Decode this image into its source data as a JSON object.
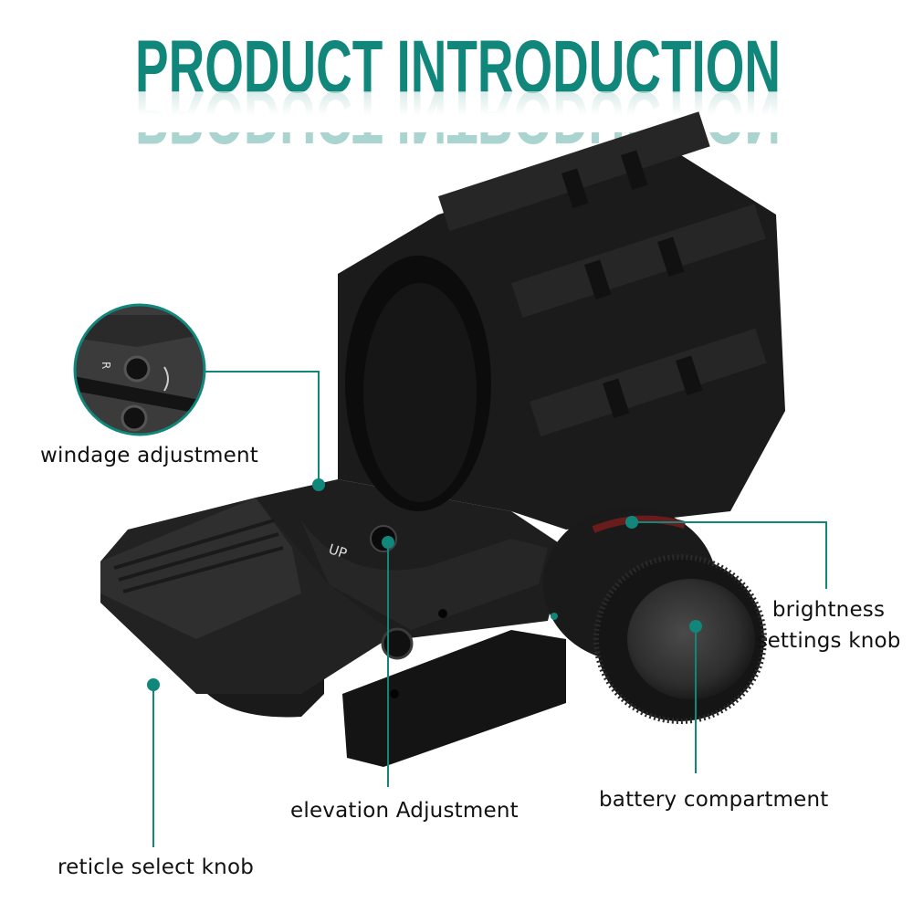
{
  "title": "PRODUCT INTRODUCTION",
  "colors": {
    "accent": "#10877a",
    "product": "#1c1c1c",
    "background": "#ffffff"
  },
  "callouts": [
    {
      "id": "windage",
      "label": "windage adjustment",
      "inset_marking": "R"
    },
    {
      "id": "elevation",
      "label": "elevation Adjustment",
      "marking": "UP"
    },
    {
      "id": "reticle",
      "label": "reticle select knob"
    },
    {
      "id": "brightness",
      "label_line1": "brightness",
      "label_line2": "settings knob"
    },
    {
      "id": "battery",
      "label": "battery compartment"
    }
  ]
}
